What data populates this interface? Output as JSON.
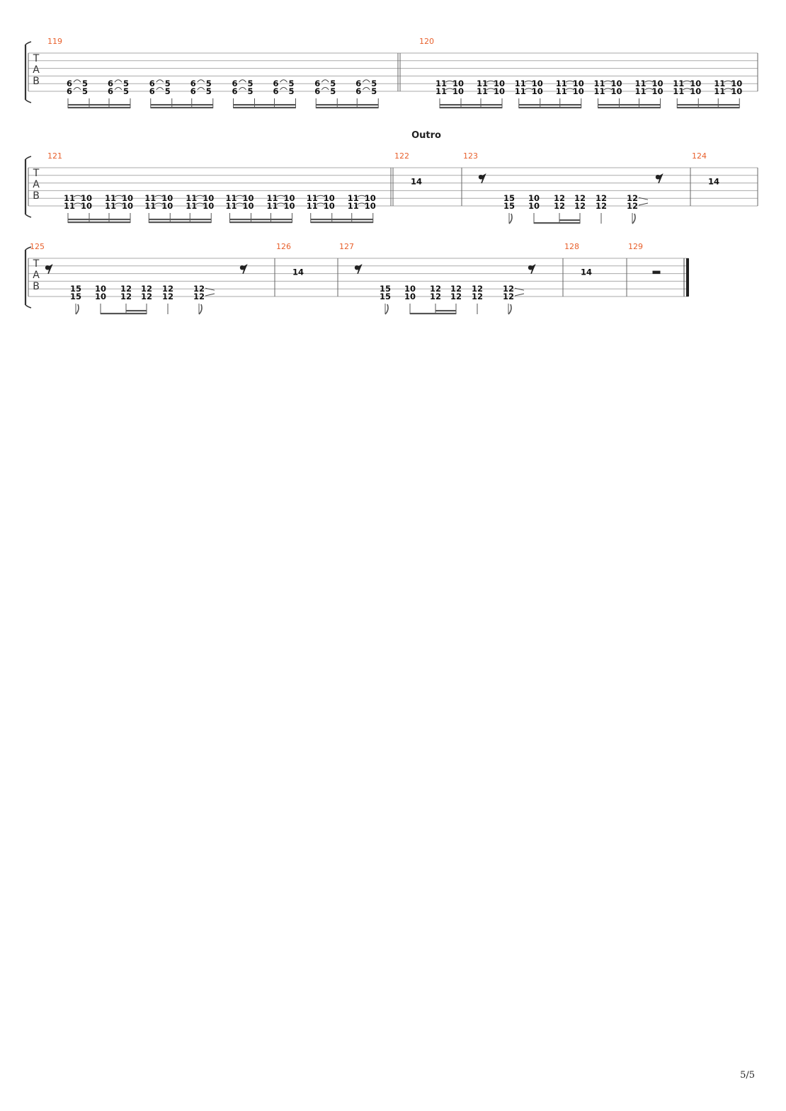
{
  "section_label": "Outro",
  "page_number": "5/5",
  "tab_letters": [
    "T",
    "A",
    "B"
  ],
  "systems": [
    {
      "measures": [
        {
          "number": "119",
          "groups": [
            {
              "beats": [
                [
                  "6",
                  "6",
                  "5",
                  "5"
                ],
                [
                  "6",
                  "6",
                  "5",
                  "5"
                ]
              ]
            },
            {
              "beats": [
                [
                  "6",
                  "6",
                  "5",
                  "5"
                ],
                [
                  "6",
                  "6",
                  "5",
                  "5"
                ]
              ]
            },
            {
              "beats": [
                [
                  "6",
                  "6",
                  "5",
                  "5"
                ],
                [
                  "6",
                  "6",
                  "5",
                  "5"
                ]
              ]
            },
            {
              "beats": [
                [
                  "6",
                  "6",
                  "5",
                  "5"
                ],
                [
                  "6",
                  "6",
                  "5",
                  "5"
                ]
              ]
            }
          ]
        },
        {
          "number": "120",
          "groups": [
            {
              "beats": [
                [
                  "11",
                  "11",
                  "10",
                  "10"
                ],
                [
                  "11",
                  "11",
                  "10",
                  "10"
                ]
              ]
            },
            {
              "beats": [
                [
                  "11",
                  "11",
                  "10",
                  "10"
                ],
                [
                  "11",
                  "11",
                  "10",
                  "10"
                ]
              ]
            },
            {
              "beats": [
                [
                  "11",
                  "11",
                  "10",
                  "10"
                ],
                [
                  "11",
                  "11",
                  "10",
                  "10"
                ]
              ]
            },
            {
              "beats": [
                [
                  "11",
                  "11",
                  "10",
                  "10"
                ],
                [
                  "11",
                  "11",
                  "10",
                  "10"
                ]
              ]
            }
          ]
        }
      ]
    },
    {
      "measures": [
        {
          "number": "121",
          "groups": [
            {
              "beats": [
                [
                  "11",
                  "11",
                  "10",
                  "10"
                ],
                [
                  "11",
                  "11",
                  "10",
                  "10"
                ]
              ]
            },
            {
              "beats": [
                [
                  "11",
                  "11",
                  "10",
                  "10"
                ],
                [
                  "11",
                  "11",
                  "10",
                  "10"
                ]
              ]
            },
            {
              "beats": [
                [
                  "11",
                  "11",
                  "10",
                  "10"
                ],
                [
                  "11",
                  "11",
                  "10",
                  "10"
                ]
              ]
            },
            {
              "beats": [
                [
                  "11",
                  "11",
                  "10",
                  "10"
                ],
                [
                  "11",
                  "11",
                  "10",
                  "10"
                ]
              ]
            }
          ]
        },
        {
          "number": "122",
          "fret": "14"
        },
        {
          "number": "123",
          "riff": [
            "15",
            "15",
            "10",
            "10",
            "12",
            "12",
            "12",
            "12",
            "12",
            "12",
            "12",
            "12"
          ]
        },
        {
          "number": "124",
          "fret": "14"
        }
      ]
    },
    {
      "measures": [
        {
          "number": "125",
          "riff": [
            "15",
            "15",
            "10",
            "10",
            "12",
            "12",
            "12",
            "12",
            "12",
            "12",
            "12",
            "12"
          ]
        },
        {
          "number": "126",
          "fret": "14"
        },
        {
          "number": "127",
          "riff": [
            "15",
            "15",
            "10",
            "10",
            "12",
            "12",
            "12",
            "12",
            "12",
            "12",
            "12",
            "12"
          ]
        },
        {
          "number": "128",
          "fret": "14"
        },
        {
          "number": "129",
          "rest": "whole"
        }
      ]
    }
  ]
}
